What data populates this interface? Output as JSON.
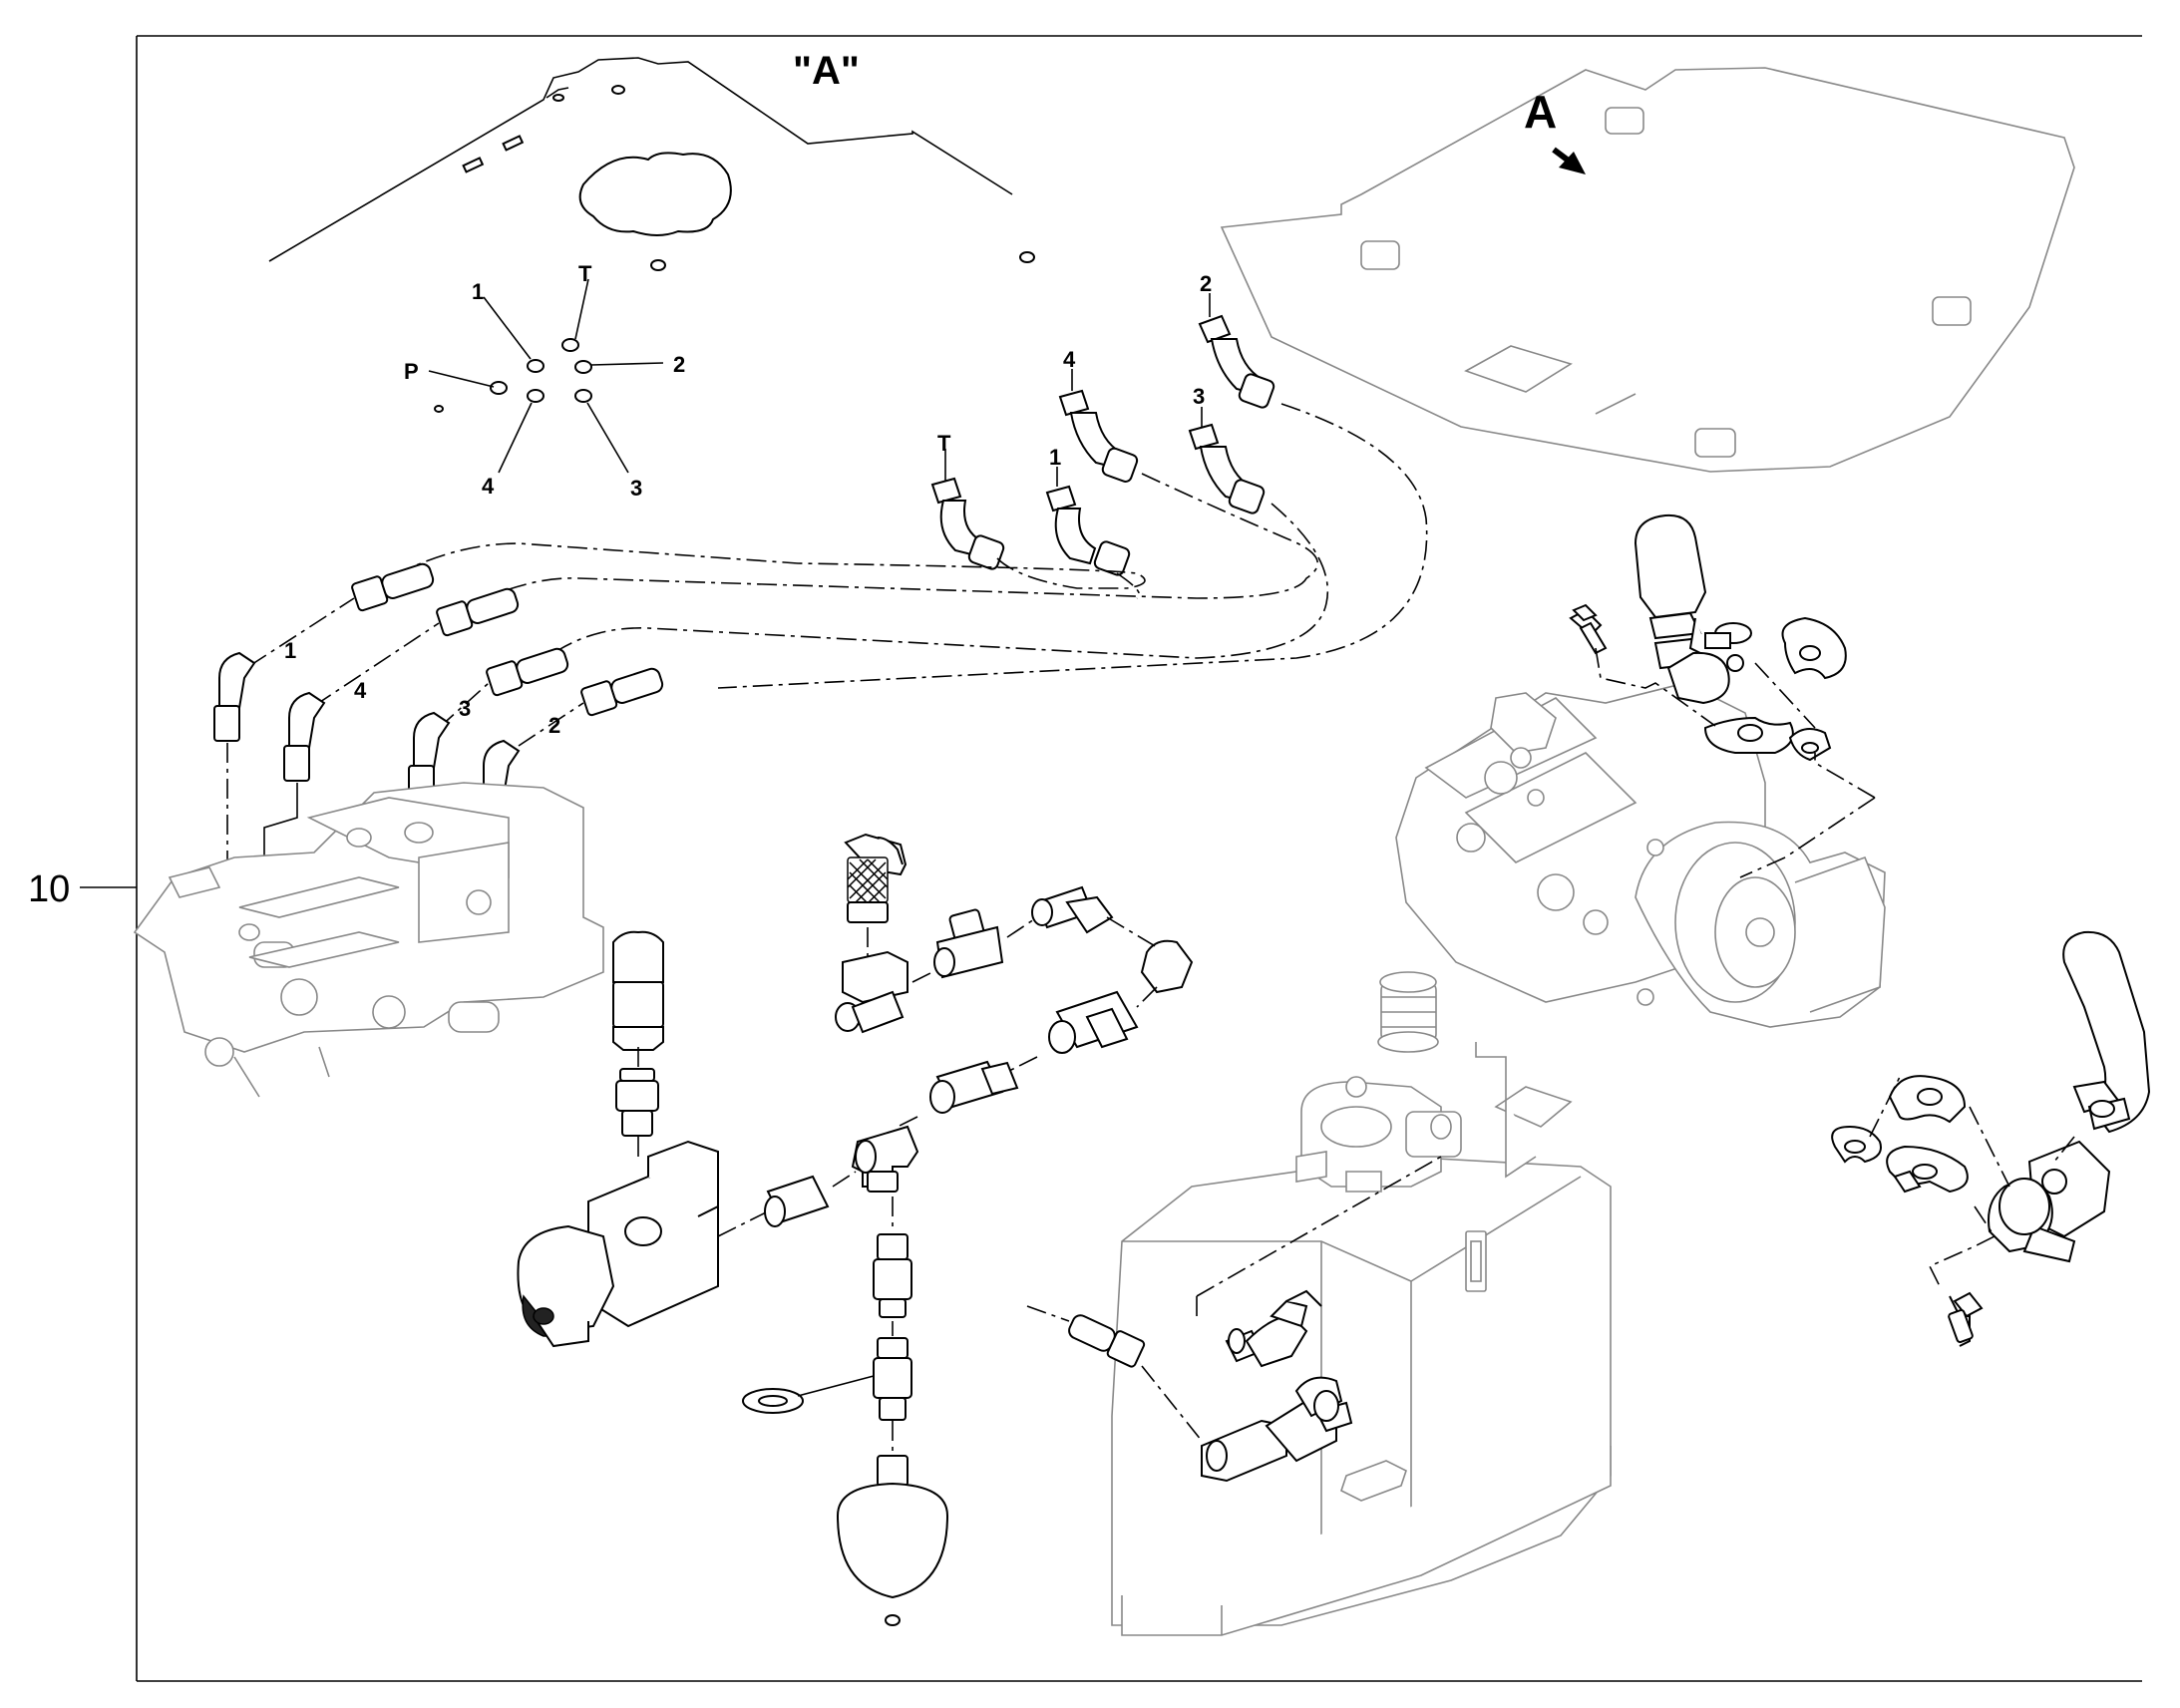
{
  "reference_number": "10",
  "detail_view": {
    "title": "\"A\"",
    "arrow_label": "A"
  },
  "port_labels": {
    "p1": "1",
    "pt": "T",
    "pp": "P",
    "p2": "2",
    "p4": "4",
    "p3": "3"
  },
  "hose_end_labels": {
    "h2": "2",
    "h4": "4",
    "h3": "3",
    "ht": "T",
    "h1": "1"
  },
  "valve_line_labels": {
    "v1": "1",
    "v4": "4",
    "v3": "3",
    "v2": "2"
  },
  "colors": {
    "line": "#000000",
    "shaded_part": "#888888",
    "background": "#ffffff"
  }
}
